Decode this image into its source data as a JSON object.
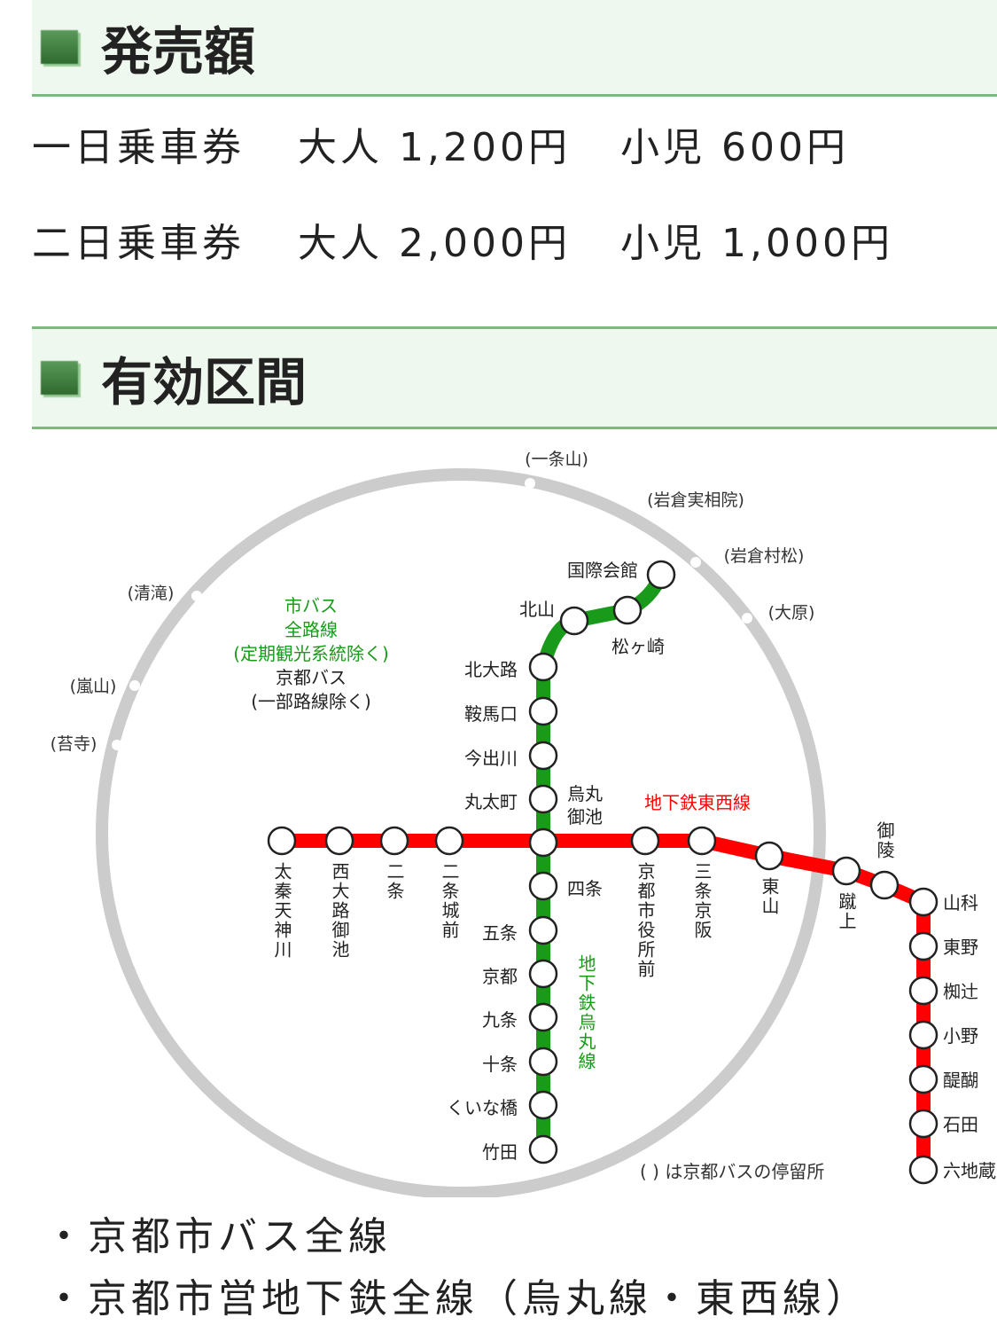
{
  "sections": {
    "sales": "発売額",
    "area": "有効区間"
  },
  "fares": [
    {
      "ticket": "一日乗車券",
      "adult_label": "大人",
      "adult": "1,200円",
      "child_label": "小児",
      "child": "600円"
    },
    {
      "ticket": "二日乗車券",
      "adult_label": "大人",
      "adult": "2,000円",
      "child_label": "小児",
      "child": "1,000円"
    }
  ],
  "map": {
    "colors": {
      "karasuma": "#1a9a1a",
      "tozai": "#ff0000",
      "bus_ring": "#cccccc"
    },
    "bus_note": [
      "市バス",
      "全路線",
      "(定期観光系統除く)"
    ],
    "kyoto_bus_note": [
      "京都バス",
      "(一部路線除く)"
    ],
    "karasuma_line": "地下鉄烏丸線",
    "tozai_line": "地下鉄東西線",
    "legend": "( ) は京都バスの停留所",
    "bus_stops": [
      "(一条山)",
      "(岩倉実相院)",
      "(岩倉村松)",
      "(大原)",
      "(清滝)",
      "(嵐山)",
      "(苔寺)"
    ],
    "karasuma_stations": [
      "国際会館",
      "松ヶ崎",
      "北山",
      "北大路",
      "鞍馬口",
      "今出川",
      "丸太町",
      "烏丸御池",
      "四条",
      "五条",
      "京都",
      "九条",
      "十条",
      "くいな橋",
      "竹田"
    ],
    "tozai_stations": [
      "太秦天神川",
      "西大路御池",
      "二条",
      "二条城前",
      "京都市役所前",
      "三条京阪",
      "東山",
      "蹴上",
      "御陵",
      "山科",
      "東野",
      "椥辻",
      "小野",
      "醍醐",
      "石田",
      "六地蔵"
    ]
  },
  "valid": [
    "・京都市バス全線",
    "・京都市営地下鉄全線（烏丸線・東西線）"
  ]
}
